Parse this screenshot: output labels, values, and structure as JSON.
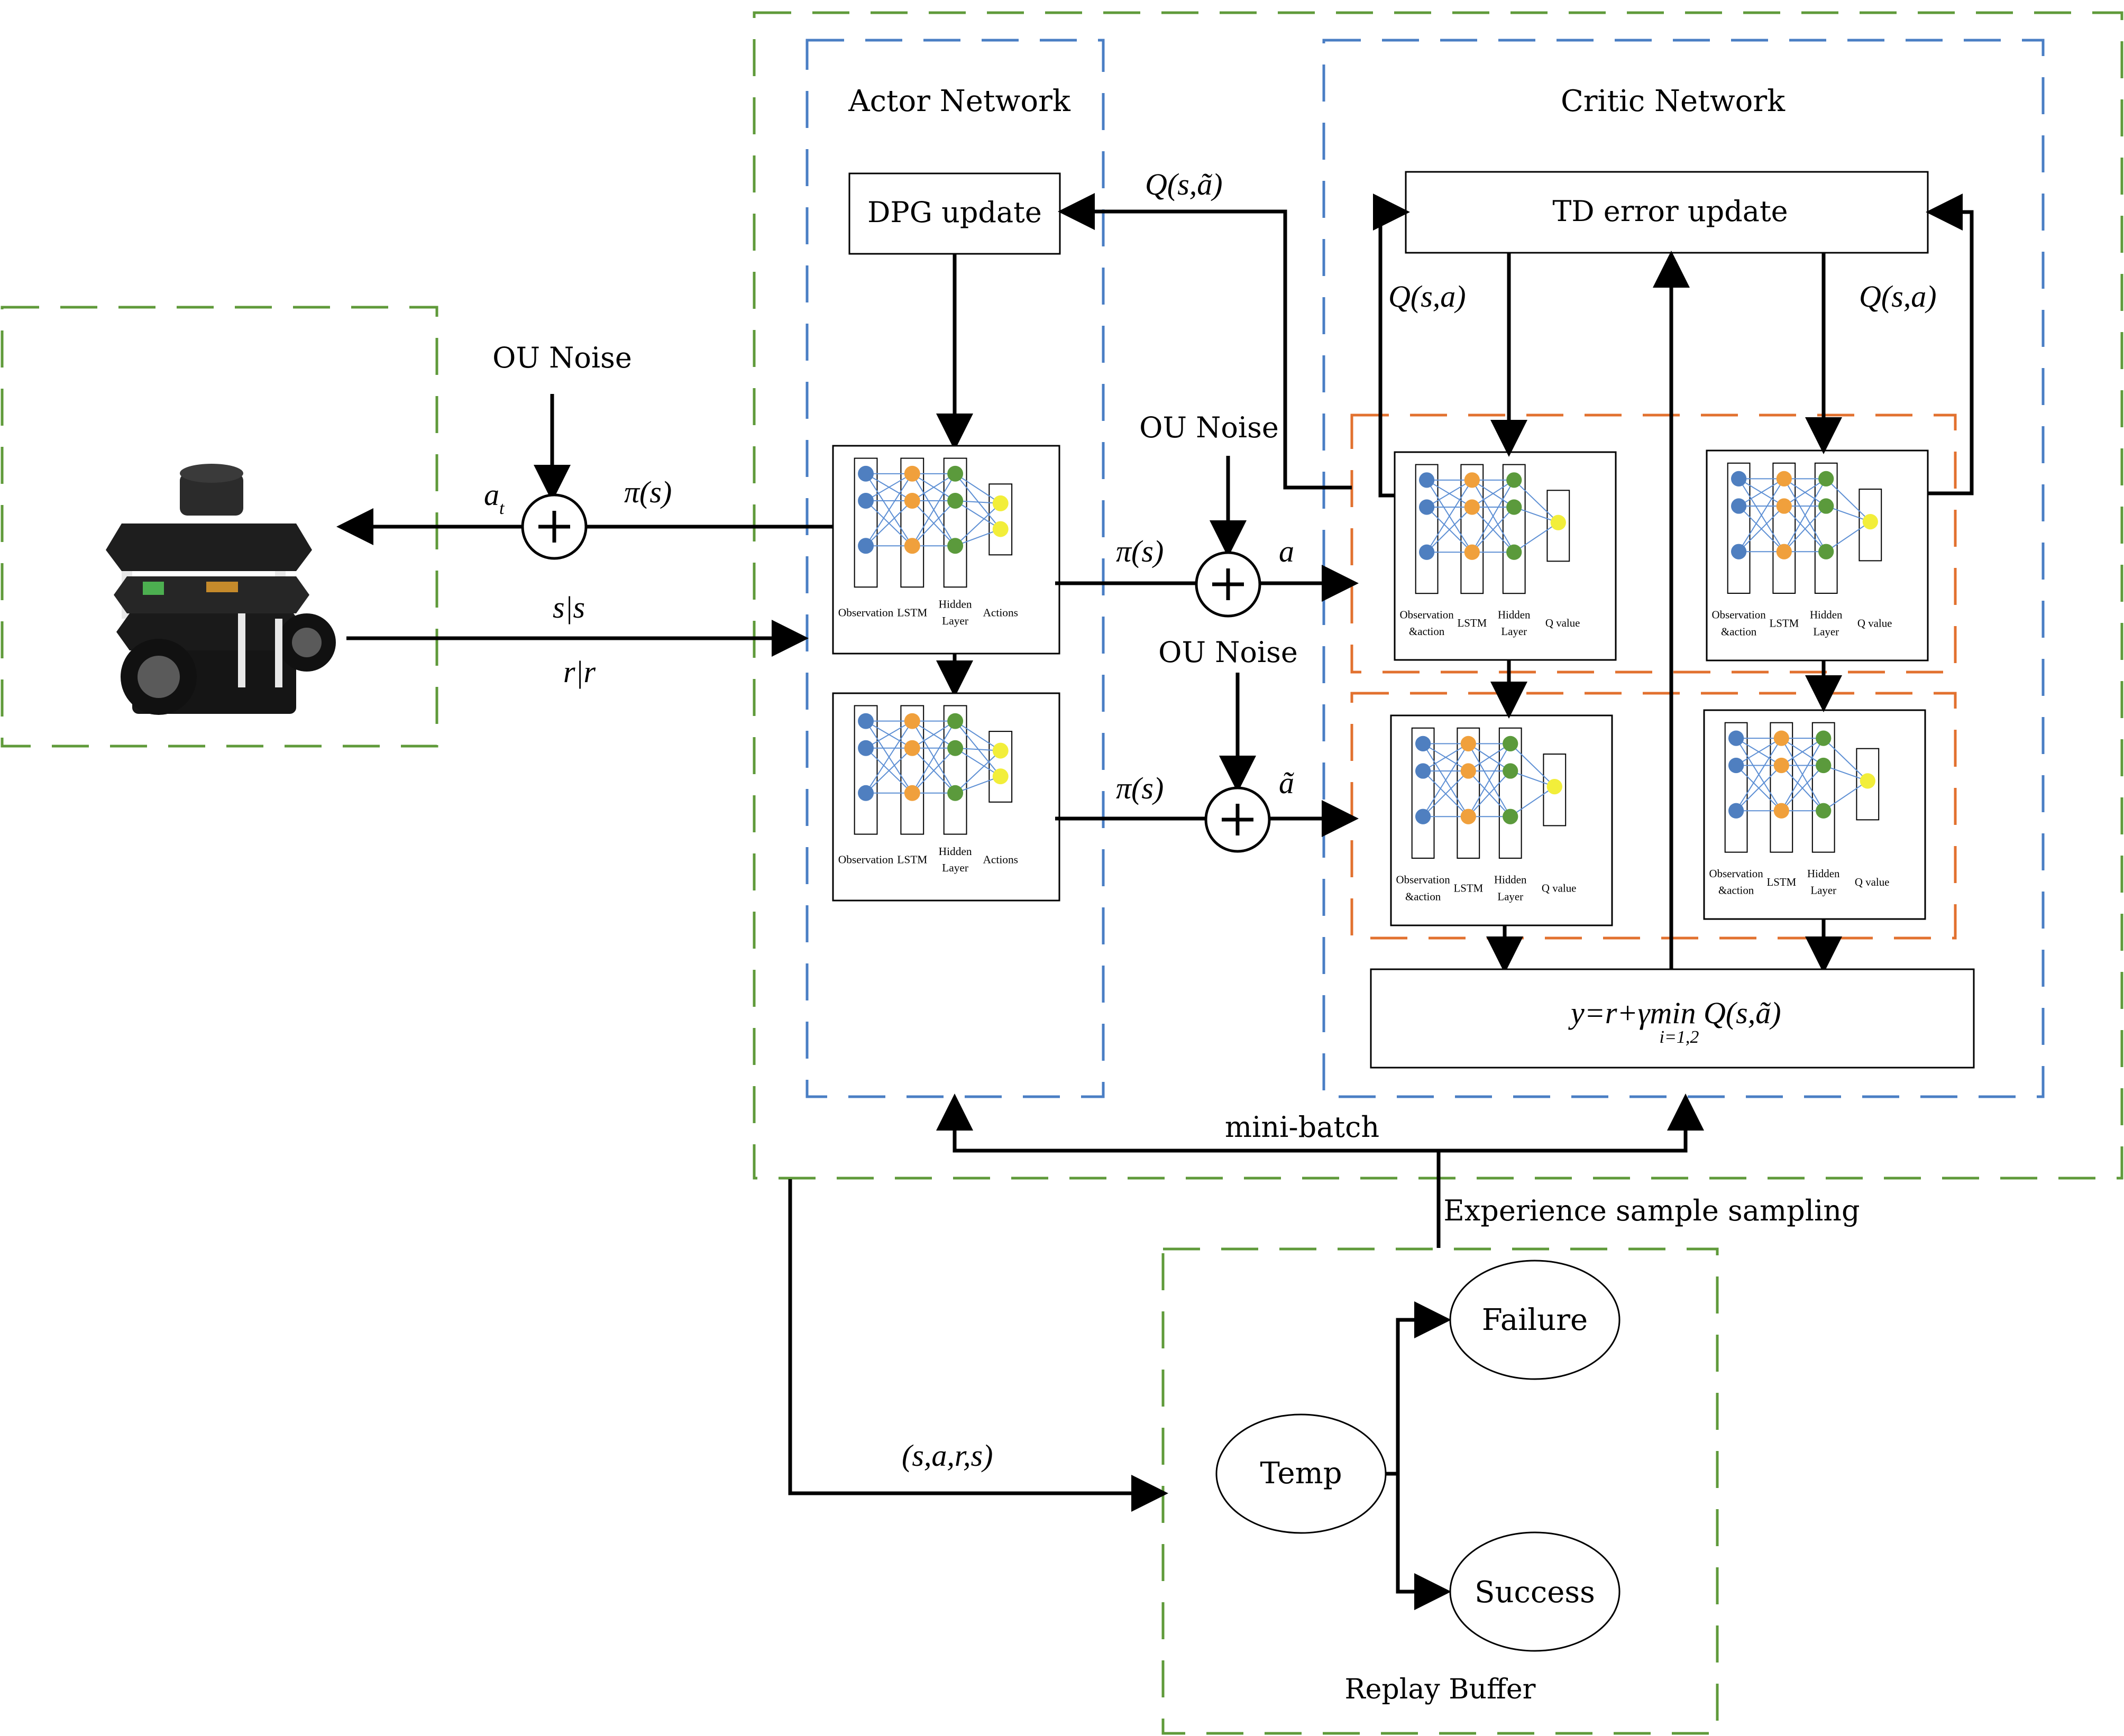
{
  "colors": {
    "green_dash": "#5f9a3a",
    "blue_dash": "#4a7ec4",
    "orange_dash": "#e2712f",
    "arrow": "#000000",
    "node_observation": "#4f7fc0",
    "node_lstm": "#f0a03c",
    "node_hidden": "#5b9a3c",
    "node_output": "#f2ee3a",
    "edge": "#5d8fd4"
  },
  "groups": {
    "actor": "Actor Network",
    "critic": "Critic Network",
    "replay": "Replay Buffer"
  },
  "boxes": {
    "dpg_update": "DPG update",
    "td_update": "TD error update",
    "target_formula": "y=r+γmin Q",
    "target_formula_sub": "i=1,2",
    "target_formula_args": "(s,ã)"
  },
  "noise": {
    "left": "OU Noise",
    "mid_top": "OU Noise",
    "mid_bottom": "OU Noise"
  },
  "labels": {
    "a_t": "a",
    "pi_s": "π(s)",
    "pi_s_next": "π(s)",
    "a_tilde": "ã",
    "s_next_s": "s|s",
    "r_next_r": "r|r",
    "q_actor": "Q(s,ã)",
    "q1": "Q(s,a)",
    "q2": "Q(s,a)",
    "mini_batch": "mini-batch",
    "experience": "Experience sample sampling",
    "transition": "(s,a,r,s)"
  },
  "nn_labels": {
    "observation": "Observation",
    "observation_action": "Observation",
    "observation_action_2": "&action",
    "lstm": "LSTM",
    "hidden": "Hidden",
    "hidden_2": "Layer",
    "actions": "Actions",
    "q_value": "Q value"
  },
  "replay": {
    "temp": "Temp",
    "failure": "Failure",
    "success": "Success"
  },
  "icons": {
    "robot": "mobile-robot-icon",
    "sum": "plus-icon"
  }
}
